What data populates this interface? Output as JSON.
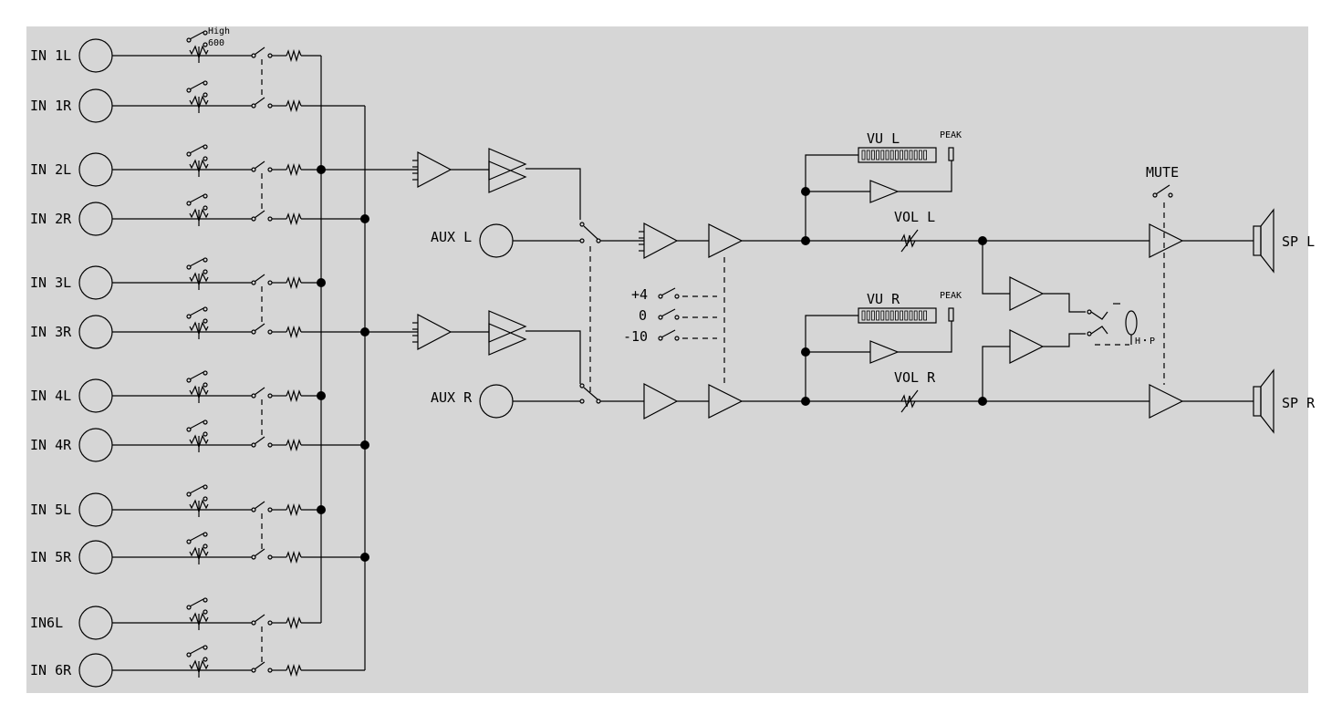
{
  "inputs": [
    {
      "label": "IN 1L"
    },
    {
      "label": "IN 1R"
    },
    {
      "label": "IN 2L"
    },
    {
      "label": "IN 2R"
    },
    {
      "label": "IN 3L"
    },
    {
      "label": "IN 3R"
    },
    {
      "label": "IN 4L"
    },
    {
      "label": "IN 4R"
    },
    {
      "label": "IN 5L"
    },
    {
      "label": "IN 5R"
    },
    {
      "label": "IN6L"
    },
    {
      "label": "IN 6R"
    }
  ],
  "impedance": {
    "high": "High",
    "low": "600"
  },
  "aux": {
    "left": "AUX L",
    "right": "AUX R"
  },
  "levels": [
    "+4",
    "0",
    "-10"
  ],
  "meters": {
    "vu_left": "VU L",
    "vu_right": "VU R",
    "peak": "PEAK"
  },
  "volume": {
    "left": "VOL L",
    "right": "VOL R"
  },
  "mute": "MUTE",
  "headphone": "H・P",
  "speakers": {
    "left": "SP L",
    "right": "SP R"
  }
}
